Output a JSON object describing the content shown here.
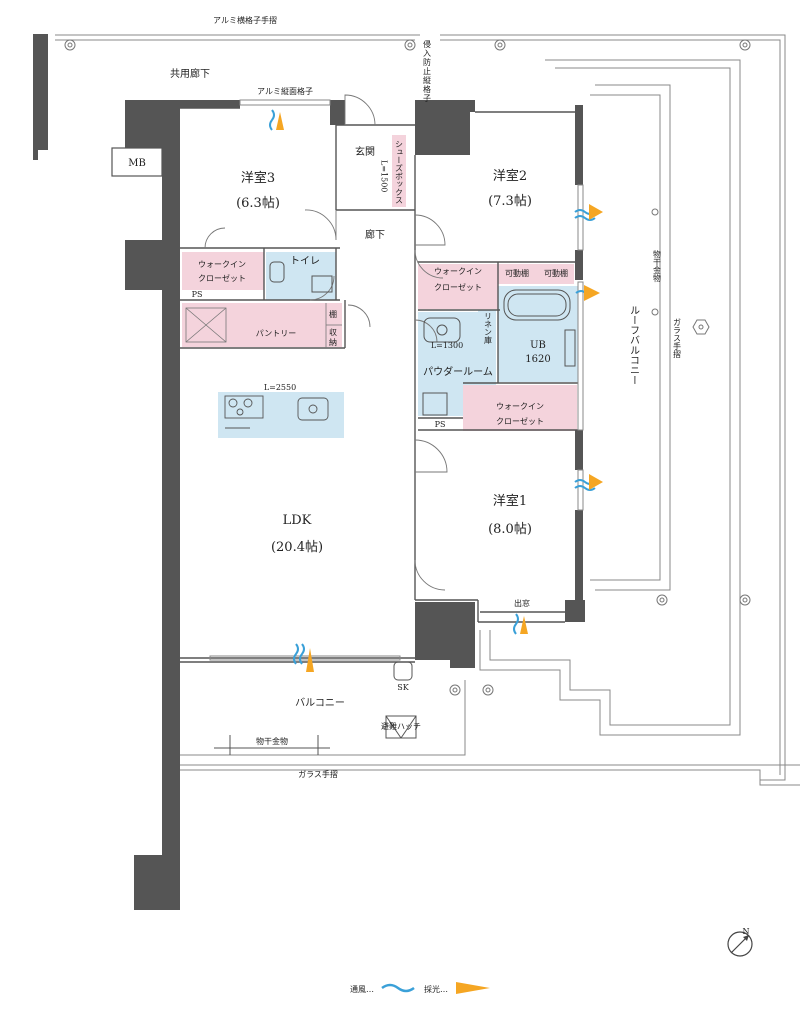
{
  "labels": {
    "alumi_lattice_rail": "アルミ横格子手摺",
    "shared_corridor": "共用廊下",
    "alumi_vertical_lattice": "アルミ縦面格子",
    "mb": "MB",
    "security_lattice_1": "侵",
    "security_lattice_2": "入",
    "security_lattice_3": "防",
    "security_lattice_4": "止",
    "security_lattice_5": "縦",
    "security_lattice_6": "格",
    "security_lattice_7": "子",
    "entrance": "玄関",
    "shoes_box": "シューズボックス",
    "shoes_dim": "L=1500",
    "hallway": "廊下",
    "ps_left": "PS",
    "toilet": "トイレ",
    "walkin_left_1": "ウォークイン",
    "walkin_left_2": "クローゼット",
    "pantry": "パントリー",
    "shelf": "棚",
    "storage_1": "収",
    "storage_2": "納",
    "kitchen_dim": "L=2550",
    "ldk_name": "LDK",
    "ldk_size": "(20.4帖)",
    "room3_name": "洋室3",
    "room3_size": "(6.3帖)",
    "room2_name": "洋室2",
    "room2_size": "(7.3帖)",
    "room1_name": "洋室1",
    "room1_size": "(8.0帖)",
    "walkin_mid_1": "ウォークイン",
    "walkin_mid_2": "クローゼット",
    "movable_shelf_1": "可動棚",
    "movable_shelf_2": "可動棚",
    "linen_1": "リネン庫",
    "powder_dim": "L=1300",
    "powder_room": "パウダールーム",
    "ub_1": "UB",
    "ub_2": "1620",
    "ps_mid": "PS",
    "walkin_low_1": "ウォークイン",
    "walkin_low_2": "クローゼット",
    "bay_window": "出窓",
    "sk": "SK",
    "balcony": "バルコニー",
    "hatch": "避難ハッチ",
    "laundry_low": "物干金物",
    "glass_rail_low": "ガラス手摺",
    "laundry_right": "物干金物",
    "glass_rail_right": "ガラス手摺",
    "roof_balcony": "ルーフバルコニー",
    "compass_n": "N",
    "legend_wind": "通風…",
    "legend_light": "採光…"
  },
  "colors": {
    "wall": "#555555",
    "pink": "#f4d3dc",
    "blue": "#cfe6f2",
    "line": "#555555",
    "wind": "#3aa0d8",
    "light": "#f5a623"
  }
}
